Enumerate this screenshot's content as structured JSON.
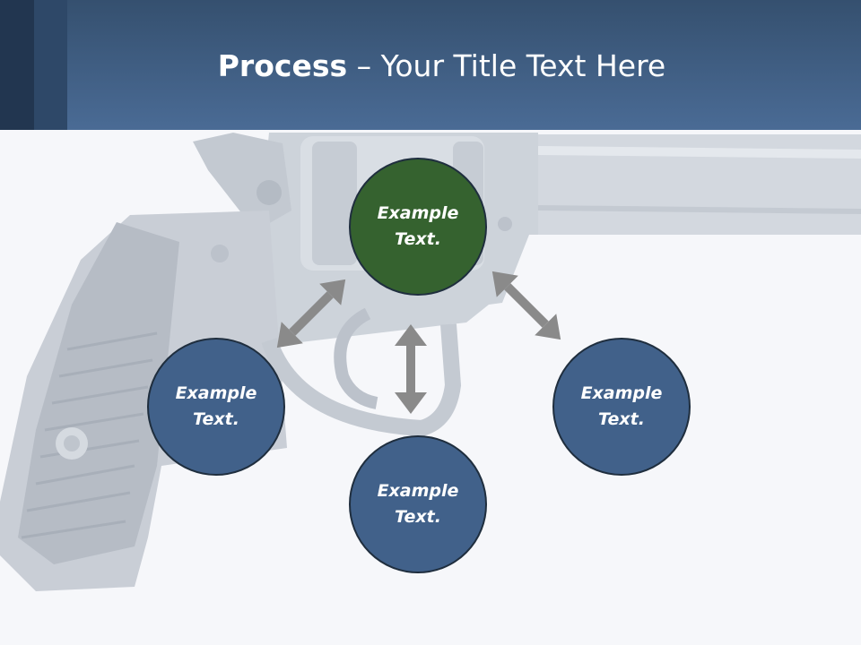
{
  "slide": {
    "title_bold": "Process",
    "title_rest": " – Your Title Text Here"
  },
  "nodes": [
    {
      "id": "top",
      "line1": "Example",
      "line2": "Text.",
      "color": "#35622f"
    },
    {
      "id": "left",
      "line1": "Example",
      "line2": "Text.",
      "color": "#41618a"
    },
    {
      "id": "bottom",
      "line1": "Example",
      "line2": "Text.",
      "color": "#41618a"
    },
    {
      "id": "right",
      "line1": "Example",
      "line2": "Text.",
      "color": "#41618a"
    }
  ],
  "colors": {
    "header": "#4a6b95",
    "header_dark_band": "#223650",
    "header_mid_band": "#2e4868",
    "arrow": "#8a8a8a",
    "node_border": "#1f2e3e",
    "background": "#f6f7fa"
  },
  "icons": {
    "background_image": "revolver-image",
    "connector": "double-headed-arrow"
  }
}
